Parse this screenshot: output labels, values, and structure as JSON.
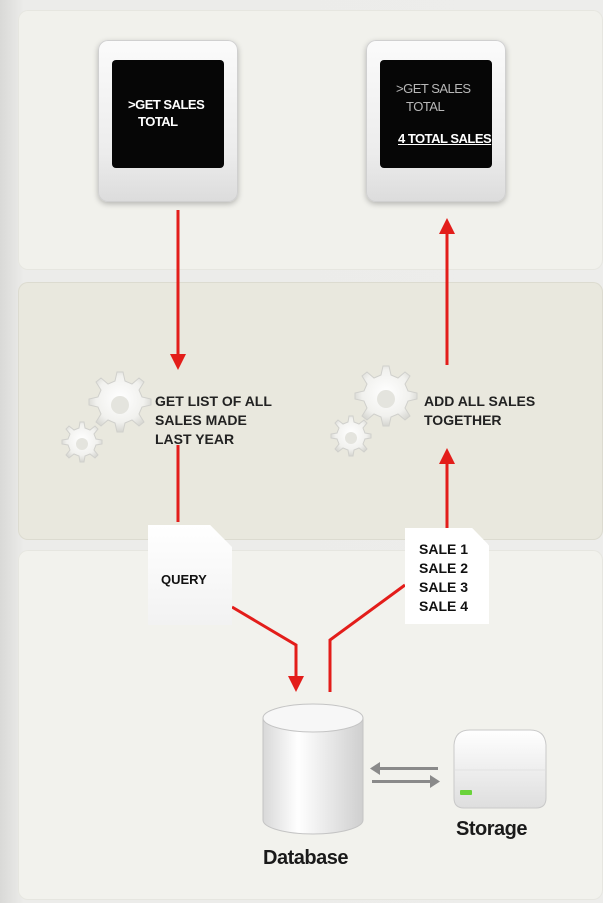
{
  "monitors": {
    "left": {
      "lines": [
        ">GET SALES",
        "TOTAL"
      ]
    },
    "right": {
      "lines": [
        ">GET SALES",
        "TOTAL"
      ],
      "result": "4 TOTAL SALES"
    }
  },
  "process": {
    "left_label": "GET LIST OF ALL\nSALES MADE\nLAST YEAR",
    "right_label": "ADD ALL SALES\nTOGETHER"
  },
  "documents": {
    "query": "QUERY",
    "sales": [
      "SALE 1",
      "SALE 2",
      "SALE 3",
      "SALE 4"
    ]
  },
  "database_label": "Database",
  "storage_label": "Storage",
  "colors": {
    "arrow": "#e31d1a",
    "led": "#6ad33a",
    "sync_arrow": "#8a8a8a"
  },
  "icons": [
    "gear-icon",
    "database-icon",
    "storage-drive-icon",
    "sync-arrows-icon",
    "document-icon",
    "monitor-icon"
  ]
}
